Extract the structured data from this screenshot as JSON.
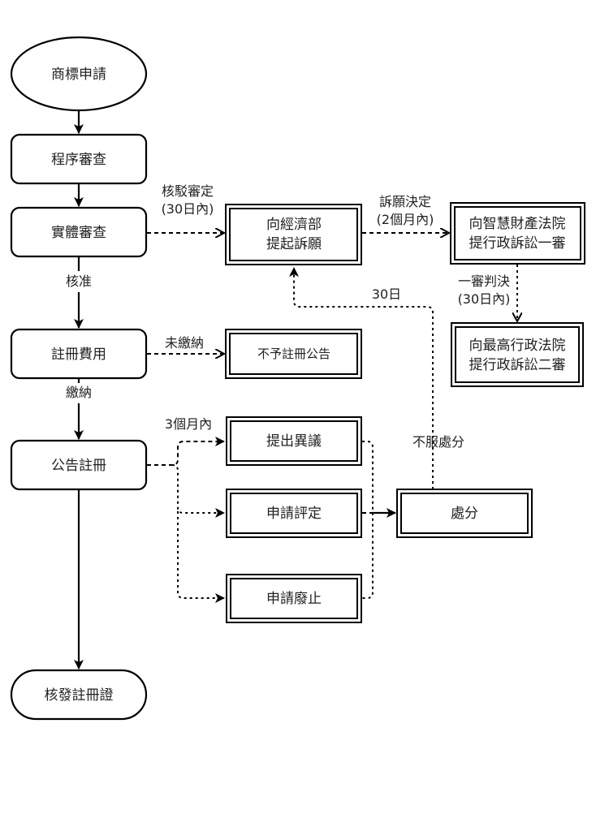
{
  "diagram": {
    "title": "商標申請流程",
    "nodes": {
      "apply": "商標申請",
      "procedural_review": "程序審查",
      "substantive_review": "實體審查",
      "appeal_moea": [
        "向經濟部",
        "提起訴願"
      ],
      "ipc_first_instance": [
        "向智慧財產法院",
        "提行政訴訟一審"
      ],
      "sac_second_instance": [
        "向最高行政法院",
        "提行政訴訟二審"
      ],
      "registration_fee": "註冊費用",
      "no_publication": "不予註冊公告",
      "publication": "公告註冊",
      "opposition": "提出異議",
      "invalidation": "申請評定",
      "revocation": "申請廢止",
      "disposition": "處分",
      "certificate": "核發註冊證"
    },
    "edge_labels": {
      "rejection": [
        "核駁審定",
        "(30日內)"
      ],
      "appeal_decision": [
        "訴願決定",
        "(2個月內)"
      ],
      "first_judgment": [
        "一審判決",
        "(30日內)"
      ],
      "approved": "核准",
      "unpaid": "未繳納",
      "paid": "繳納",
      "three_months": "3個月內",
      "thirty_days": "30日",
      "dissatisfied": "不服處分"
    },
    "colors": {
      "stroke": "#000000",
      "text": "#222222",
      "background": "#ffffff"
    }
  }
}
